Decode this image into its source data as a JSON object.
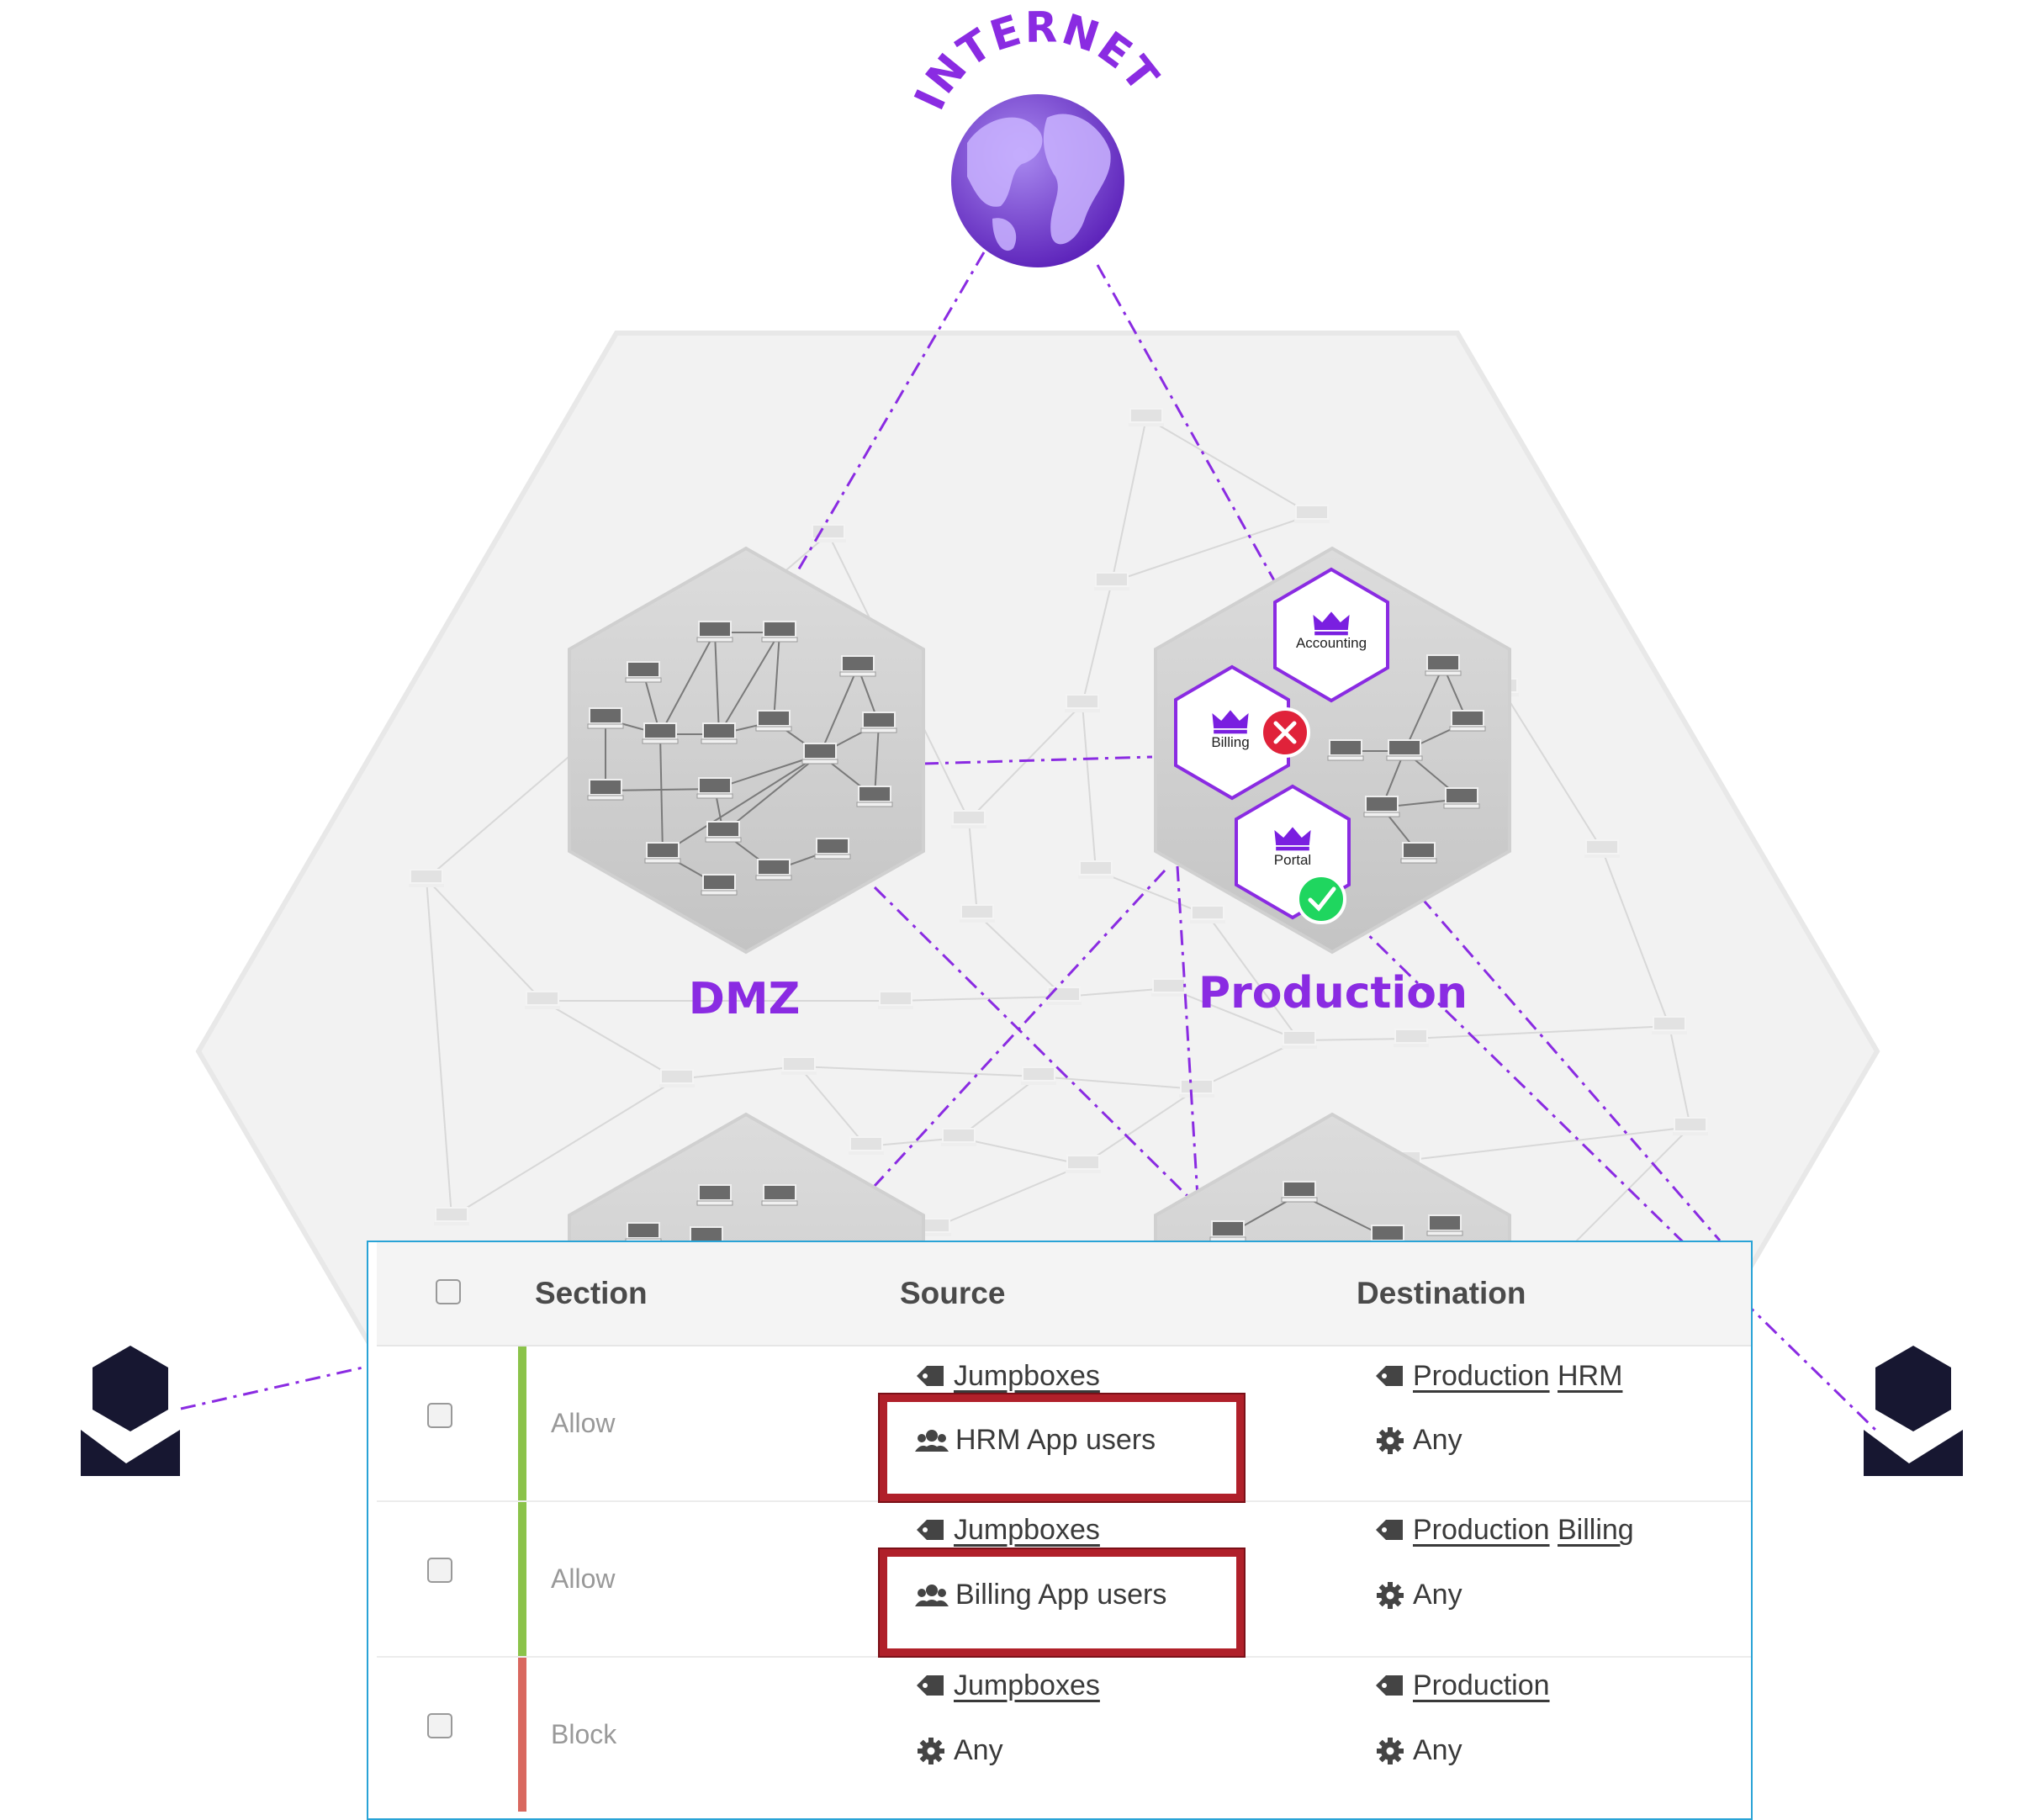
{
  "diagram": {
    "internet_label": "INTERNET",
    "zones": {
      "dmz": "DMZ",
      "production": "Production"
    },
    "apps": {
      "accounting": "Accounting",
      "billing": "Billing",
      "portal": "Portal"
    },
    "colors": {
      "accent": "#8a2be2",
      "block": "#e0223a",
      "allow": "#1fd65f"
    }
  },
  "policy_table": {
    "headers": {
      "section": "Section",
      "source": "Source",
      "destination": "Destination"
    },
    "rows": [
      {
        "action": "Allow",
        "action_color": "#8bc34a",
        "source": [
          "Jumpboxes",
          "HRM App users"
        ],
        "source_icons": [
          "tag-icon",
          "users-icon"
        ],
        "destination": [
          "Production",
          "HRM",
          "Any"
        ],
        "highlighted": "HRM App users"
      },
      {
        "action": "Allow",
        "action_color": "#8bc34a",
        "source": [
          "Jumpboxes",
          "Billing App users"
        ],
        "source_icons": [
          "tag-icon",
          "users-icon"
        ],
        "destination": [
          "Production",
          "Billing",
          "Any"
        ],
        "highlighted": "Billing App users"
      },
      {
        "action": "Block",
        "action_color": "#d9685f",
        "source": [
          "Jumpboxes",
          "Any"
        ],
        "source_icons": [
          "tag-icon",
          "gear-icon"
        ],
        "destination": [
          "Production",
          "Any"
        ]
      }
    ]
  }
}
